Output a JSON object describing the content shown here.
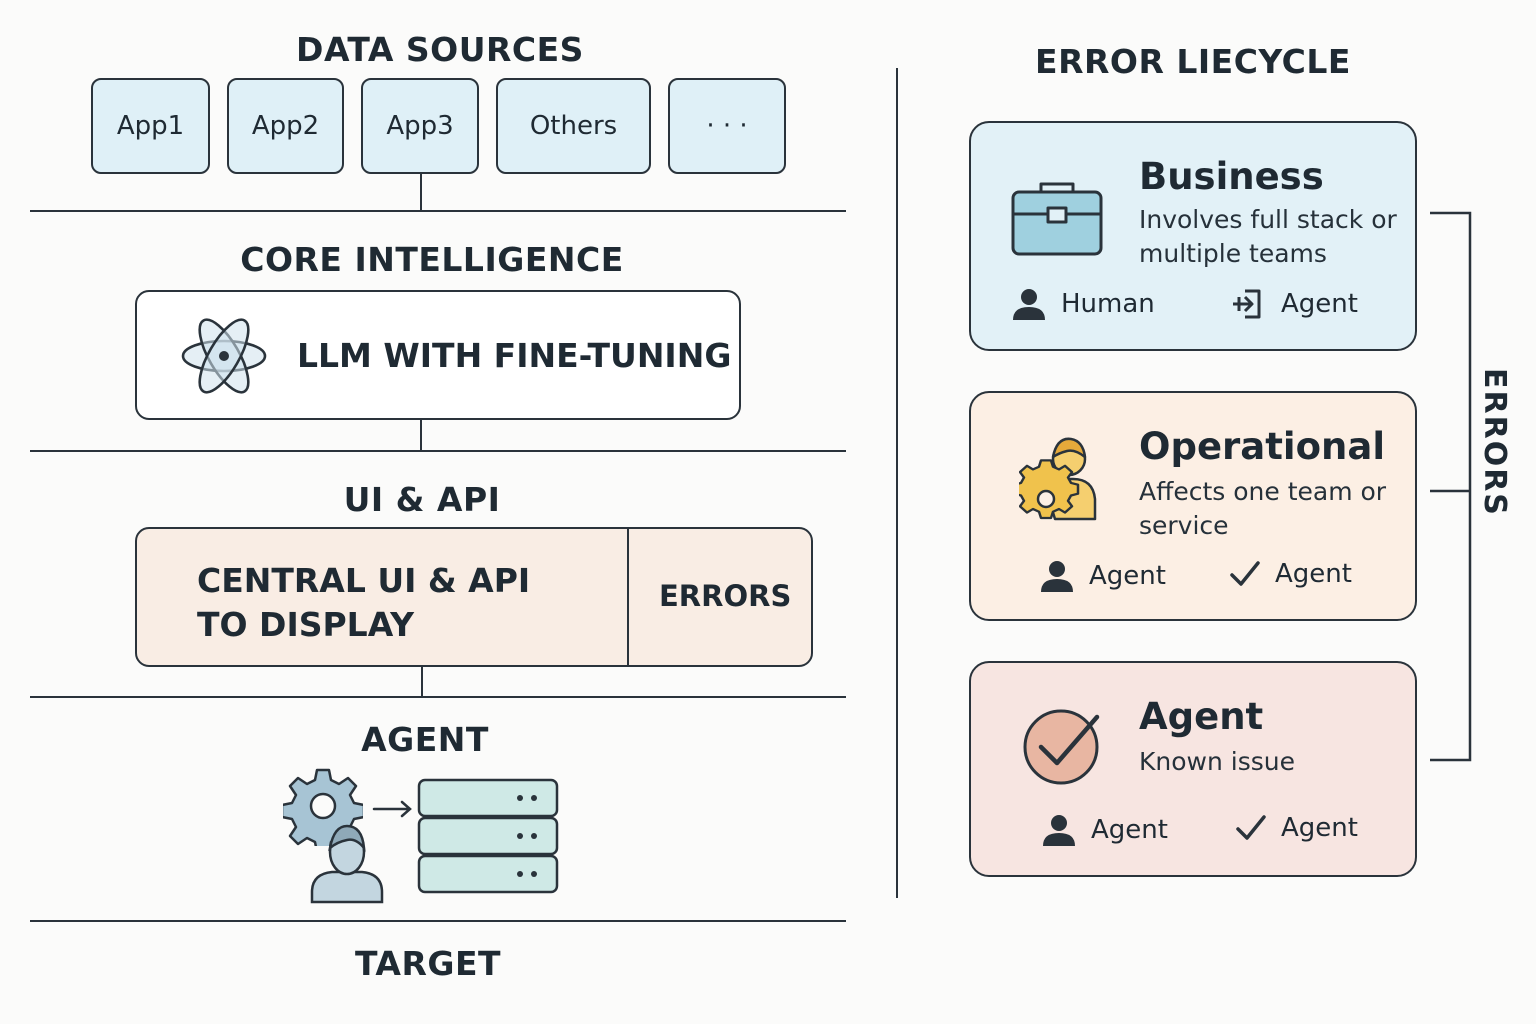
{
  "left": {
    "data_sources": {
      "heading": "DATA SOURCES",
      "items": [
        "App1",
        "App2",
        "App3",
        "Others",
        "· · ·"
      ]
    },
    "core_intelligence": {
      "heading": "CORE INTELLIGENCE",
      "box_label": "LLM WITH FINE-TUNING"
    },
    "ui_api": {
      "heading": "UI & API",
      "main_line1": "CENTRAL UI & API",
      "main_line2": "TO DISPLAY",
      "side_label": "ERRORS"
    },
    "agent": {
      "heading": "AGENT"
    },
    "target": {
      "heading": "TARGET"
    }
  },
  "right": {
    "heading": "ERROR LIECYCLE",
    "bracket_label": "ERRORS",
    "cards": [
      {
        "title": "Business",
        "desc": "Involves full stack or multiple teams",
        "actor1": "Human",
        "actor2": "Agent",
        "bg": "#e2f1f7"
      },
      {
        "title": "Operational",
        "desc": "Affects one team or service",
        "actor1": "Agent",
        "actor2": "Agent",
        "bg": "#fcefe4"
      },
      {
        "title": "Agent",
        "desc": "Known issue",
        "actor1": "Agent",
        "actor2": "Agent",
        "bg": "#f7e5e1"
      }
    ]
  },
  "colors": {
    "line": "#2a333b",
    "source_box": "#dff0f7",
    "ui_box": "#f9ede4",
    "server": "#cfe9e6",
    "gear_gold": "#f0c24c"
  },
  "icons": [
    "atom-icon",
    "gear-icon",
    "person-icon",
    "arrow-right-icon",
    "server-icon",
    "briefcase-icon",
    "user-icon",
    "login-icon",
    "gear-person-icon",
    "check-icon",
    "check-circle-icon"
  ]
}
